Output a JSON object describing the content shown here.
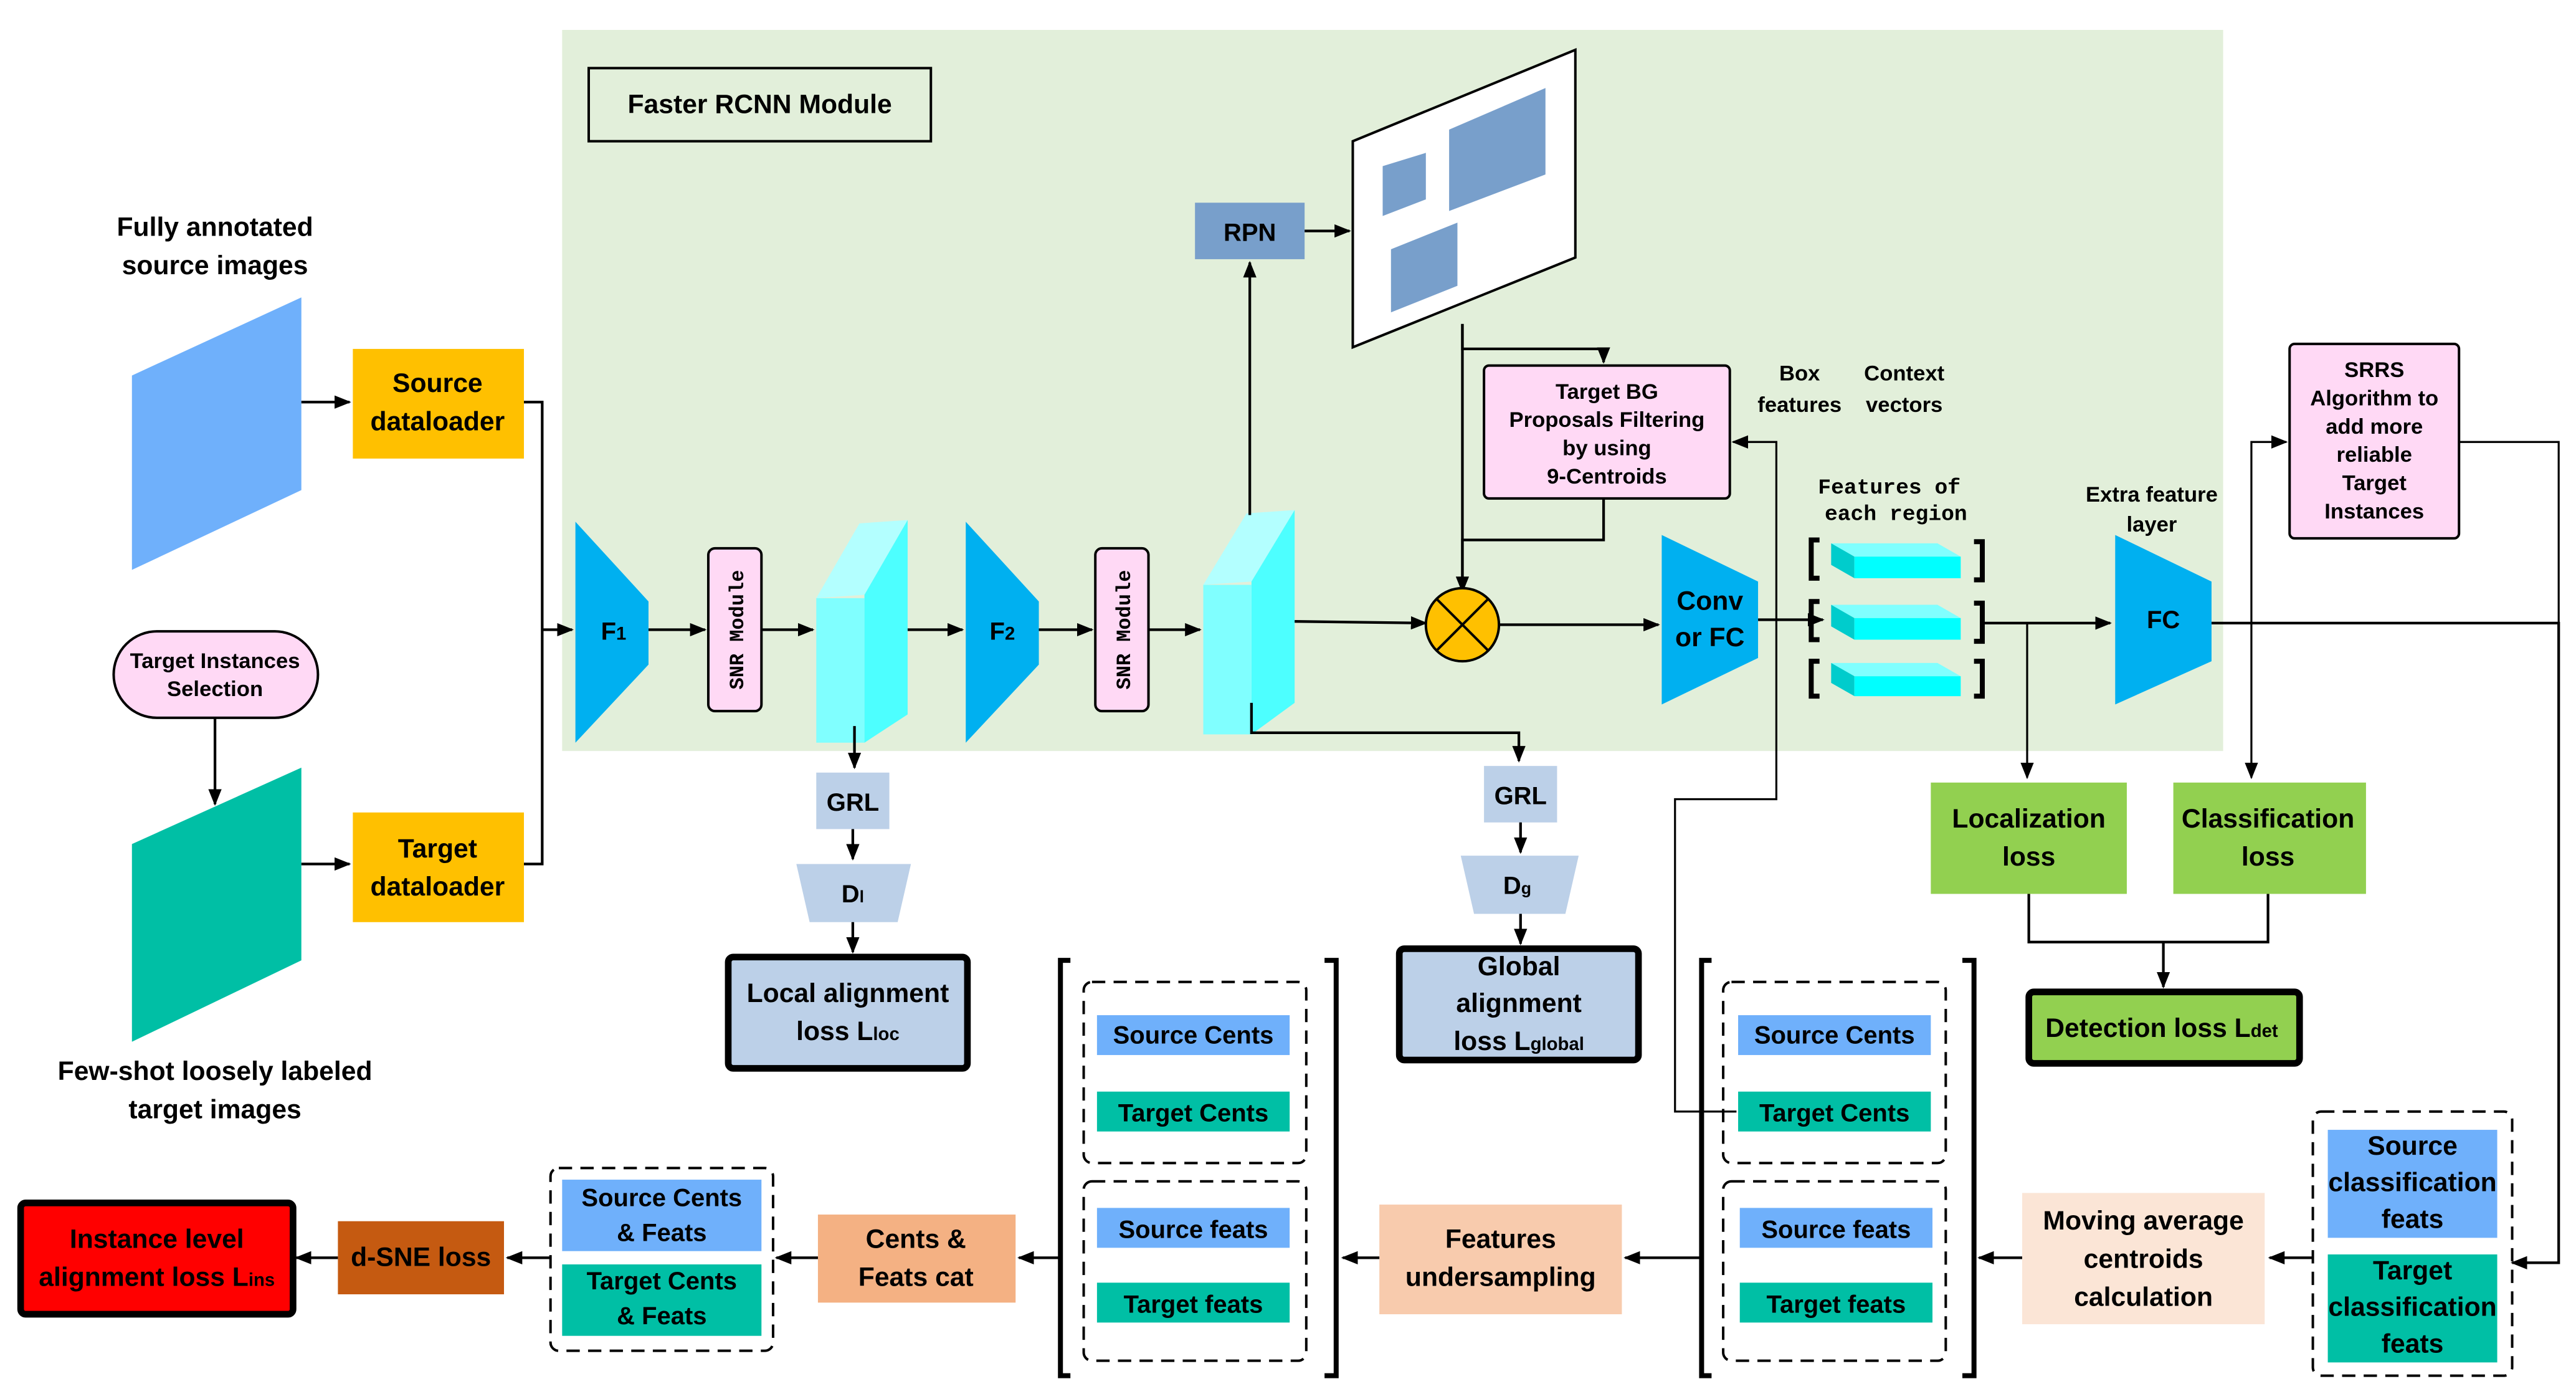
{
  "module_title": "Faster RCNN Module",
  "inputs": {
    "source_label": [
      "Fully annotated",
      "source images"
    ],
    "target_label": [
      "Few-shot loosely labeled",
      "target images"
    ],
    "target_selection": [
      "Target Instances",
      "Selection"
    ],
    "source_loader": [
      "Source",
      "dataloader"
    ],
    "target_loader": [
      "Target",
      "dataloader"
    ]
  },
  "backbone": {
    "f1": "F",
    "f1_sub": "1",
    "f2": "F",
    "f2_sub": "2",
    "snr1": "SNR Module",
    "snr2": "SNR Module",
    "rpn": "RPN"
  },
  "bg_filter": [
    "Target BG",
    "Proposals Filtering",
    "by using",
    "9-Centroids"
  ],
  "box_features": [
    "Box",
    "features"
  ],
  "context_vectors": [
    "Context",
    "vectors"
  ],
  "conv_fc": [
    "Conv",
    "or FC"
  ],
  "features_region": [
    "Features of",
    "each region"
  ],
  "extra_layer": [
    "Extra feature",
    "layer"
  ],
  "fc": "FC",
  "srrs": [
    "SRRS",
    "Algorithm to",
    "add more",
    "reliable",
    "Target",
    "Instances"
  ],
  "local_branch": {
    "grl": "GRL",
    "disc": "D",
    "disc_sub": "l",
    "loss": [
      "Local alignment",
      "loss L"
    ],
    "loss_sub": "loc"
  },
  "global_branch": {
    "grl": "GRL",
    "disc": "D",
    "disc_sub": "g",
    "loss": [
      "Global",
      "alignment",
      "loss L"
    ],
    "loss_sub": "global"
  },
  "detection": {
    "localization": [
      "Localization",
      "loss"
    ],
    "classification": [
      "Classification",
      "loss"
    ],
    "loss": "Detection loss L",
    "loss_sub": "det"
  },
  "instance_pipeline": {
    "cls_feats_source": [
      "Source",
      "classification",
      "feats"
    ],
    "cls_feats_target": [
      "Target",
      "classification",
      "feats"
    ],
    "moving_average": [
      "Moving average",
      "centroids",
      "calculation"
    ],
    "right_group": {
      "source_cents": "Source Cents",
      "target_cents": "Target Cents",
      "source_feats": "Source feats",
      "target_feats": "Target feats"
    },
    "undersampling": [
      "Features",
      "undersampling"
    ],
    "left_group": {
      "source_cents": "Source Cents",
      "target_cents": "Target Cents",
      "source_feats": "Source feats",
      "target_feats": "Target feats"
    },
    "cat": [
      "Cents &",
      "Feats cat"
    ],
    "cat_source": [
      "Source Cents",
      "& Feats"
    ],
    "cat_target": [
      "Target Cents",
      "& Feats"
    ],
    "dsne": "d-SNE loss",
    "instance_loss": [
      "Instance level",
      "alignment loss L"
    ],
    "instance_loss_sub": "ins"
  },
  "colors": {
    "module_bg": "#e2efda",
    "source_blue": "#6fb0fb",
    "target_teal": "#00bfa5",
    "dataloader": "#ffc000",
    "backbone_blue": "#00b0f0",
    "feature_cyan": "#4dffff",
    "pink": "#ffd9f5",
    "rpn_blue": "#789fcb",
    "light_blue": "#bcd0e8",
    "loss_green": "#92d050",
    "peach": "#f4b183",
    "light_peach": "#fbe5d6",
    "dsne_brown": "#c55a11",
    "instance_red": "#ff0000",
    "multiply": "#ffc000"
  }
}
